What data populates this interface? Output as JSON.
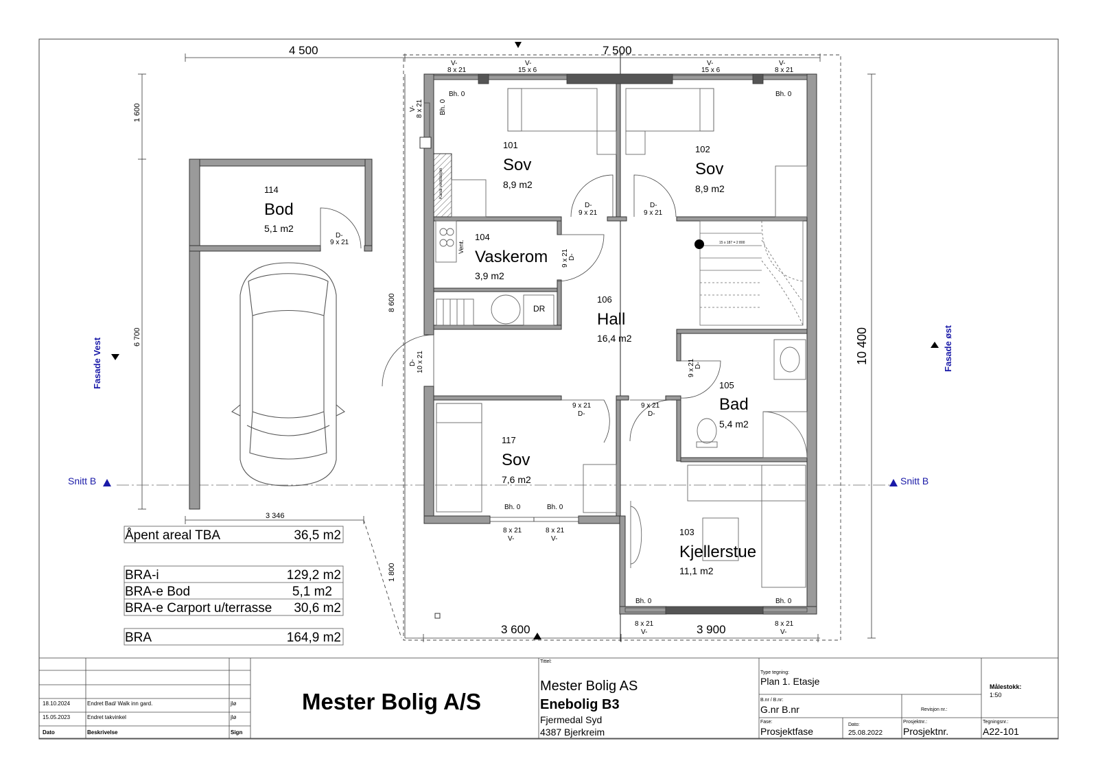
{
  "dimensions": {
    "top_left": "4 500",
    "top_right": "7 500",
    "left_upper": "1 600",
    "left_lower": "6 700",
    "left_mid": "8 600",
    "left_bottom": "1 800",
    "right_total": "10 400",
    "carport_width": "3 346",
    "bottom_left": "3 600",
    "bottom_right": "3 900"
  },
  "facades": {
    "west": "Fasade Vest",
    "east": "Fasade øst"
  },
  "sections": {
    "left": "Snitt B",
    "right": "Snitt B"
  },
  "rooms": [
    {
      "id": "101",
      "name": "Sov",
      "area": "8,9 m2"
    },
    {
      "id": "102",
      "name": "Sov",
      "area": "8,9 m2"
    },
    {
      "id": "114",
      "name": "Bod",
      "area": "5,1 m2"
    },
    {
      "id": "104",
      "name": "Vaskerom",
      "area": "3,9 m2"
    },
    {
      "id": "106",
      "name": "Hall",
      "area": "16,4 m2"
    },
    {
      "id": "105",
      "name": "Bad",
      "area": "5,4 m2"
    },
    {
      "id": "117",
      "name": "Sov",
      "area": "7,6 m2"
    },
    {
      "id": "103",
      "name": "Kjellerstue",
      "area": "11,1 m2"
    }
  ],
  "windows": {
    "top": [
      {
        "type": "V-",
        "size": "8 x 21"
      },
      {
        "type": "V-",
        "size": "15 x 6"
      },
      {
        "type": "V-",
        "size": "15 x 6"
      },
      {
        "type": "V-",
        "size": "8 x 21"
      }
    ],
    "left": {
      "type": "V-",
      "size": "8 x 21"
    },
    "bottom": [
      {
        "type": "V-",
        "size": "8 x 21"
      },
      {
        "type": "V-",
        "size": "8 x 21"
      },
      {
        "type": "V-",
        "size": "8 x 21"
      },
      {
        "type": "V-",
        "size": "8 x 21"
      }
    ],
    "sill_label": "Bh. 0"
  },
  "doors": {
    "bod": {
      "type": "D-",
      "size": "9 x 21"
    },
    "sov101": {
      "type": "D-",
      "size": "9 x 21"
    },
    "sov102": {
      "type": "D-",
      "size": "9 x 21"
    },
    "vaskerom": {
      "type": "D-",
      "size": "9 x 21"
    },
    "entry": {
      "type": "D-",
      "size": "10 x 21"
    },
    "bad": {
      "type": "D-",
      "size": "9 x 21"
    },
    "sov117": {
      "type": "D-",
      "size": "9 x 21"
    },
    "kjellerstue": {
      "type": "D-",
      "size": "9 x 21"
    }
  },
  "fixtures": {
    "vent": "Vent.",
    "dr": "DR",
    "stair": "15 x 187 = 2 800",
    "chimney": "Kanal ventilasjon"
  },
  "areas": {
    "open": {
      "label": "Åpent areal  TBA",
      "value": "36,5 m2"
    },
    "rows": [
      {
        "label": "BRA-i",
        "value": "129,2 m2"
      },
      {
        "label": "BRA-e Bod",
        "value": "5,1 m2"
      },
      {
        "label": "BRA-e Carport u/terrasse",
        "value": "30,6 m2"
      }
    ],
    "total": {
      "label": "BRA",
      "value": "164,9 m2"
    }
  },
  "title_block": {
    "revisions": [
      {
        "date": "18.10.2024",
        "desc": "Endret Bad/ Walk inn gard.",
        "sign": "jlø"
      },
      {
        "date": "15.05.2023",
        "desc": "Endret takvinkel",
        "sign": "jlø"
      }
    ],
    "rev_headers": {
      "date": "Dato",
      "desc": "Beskrivelse",
      "sign": "Sign"
    },
    "company": "Mester Bolig A/S",
    "title_label": "Tittel:",
    "client": "Mester Bolig AS",
    "project": "Enebolig B3",
    "place": "Fjermedal Syd",
    "postal": "4387 Bjerkreim",
    "drawing_type_label": "Type tegning:",
    "drawing_type": "Plan 1. Etasje",
    "scale_label": "Målestokk:",
    "scale": "1:50",
    "bnr_label": "B.nr / B.nr:",
    "bnr": "G.nr  B.nr",
    "revision_label": "Revisjon nr.:",
    "phase_label": "Fase:",
    "phase": "Prosjektfase",
    "date_label": "Dato:",
    "date": "25.08.2022",
    "projnr_label": "Prosjektnr.:",
    "projnr": "Prosjektnr.",
    "drawnr_label": "Tegningsnr.:",
    "drawnr": "A22-101"
  }
}
